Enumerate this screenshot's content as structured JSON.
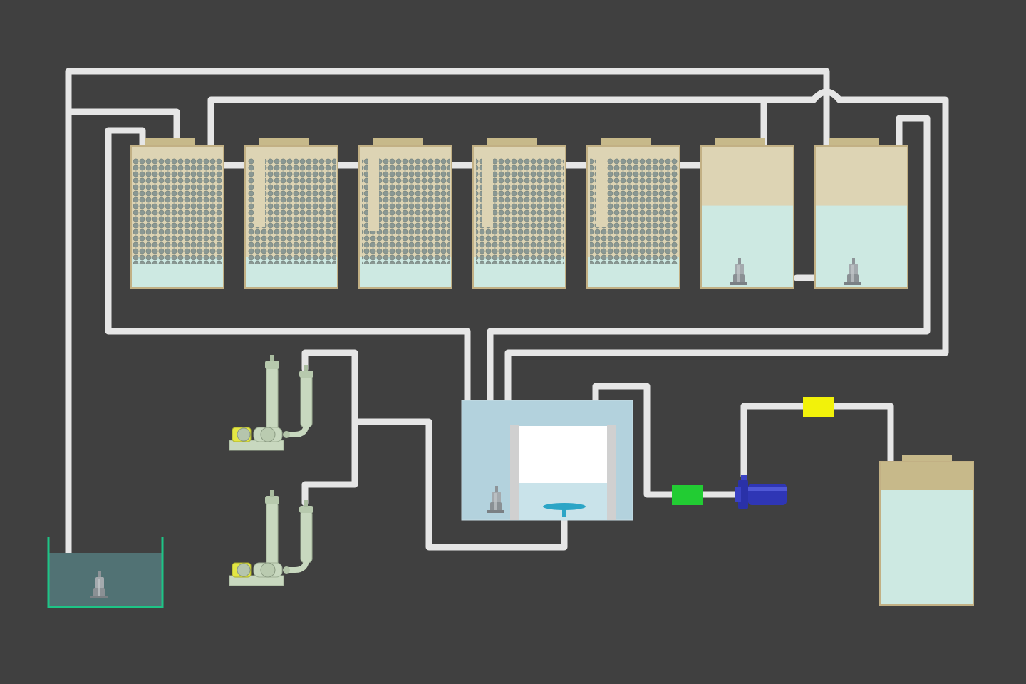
{
  "colors": {
    "background": "#404040",
    "pipe": "#e6e6e6",
    "tank_water": "#cde9e2",
    "tank_empty": "#ddd4b4",
    "tank_cap": "#c7b98a",
    "tank_border": "#c2b084",
    "media_ball": "#8a9893",
    "sump_water": "#517274",
    "sump_border": "#1ec486",
    "clarifier_outer": "#b3d2dd",
    "clarifier_border": "#c7dde5",
    "clarifier_inner": "#ffffff",
    "clarifier_wall": "#d0d0d0",
    "diffuser": "#2ba5c6",
    "blower_body": "#c8d8bf",
    "blower_accent": "#e3e645",
    "pump_grey": "#9aa0a4",
    "centrifugal_pump": "#2f36b5",
    "green_meter": "#22cc33",
    "yellow_meter": "#f2f20a"
  },
  "equipment": {
    "bio_tanks": [
      {
        "id": "bio-tank-1",
        "media": true,
        "water_level": 0.22
      },
      {
        "id": "bio-tank-2",
        "media": true,
        "water_level": 0.22
      },
      {
        "id": "bio-tank-3",
        "media": true,
        "water_level": 0.22
      },
      {
        "id": "bio-tank-4",
        "media": true,
        "water_level": 0.22
      },
      {
        "id": "bio-tank-5",
        "media": true,
        "water_level": 0.22
      },
      {
        "id": "bio-tank-6",
        "media": false,
        "water_level": 0.58
      },
      {
        "id": "bio-tank-7",
        "media": false,
        "water_level": 0.58
      }
    ],
    "clean_tank": {
      "water_level": 0.84
    },
    "blowers": 2,
    "submersible_pumps": 4,
    "centrifugal_pumps": 1,
    "flow_meters": 2
  }
}
